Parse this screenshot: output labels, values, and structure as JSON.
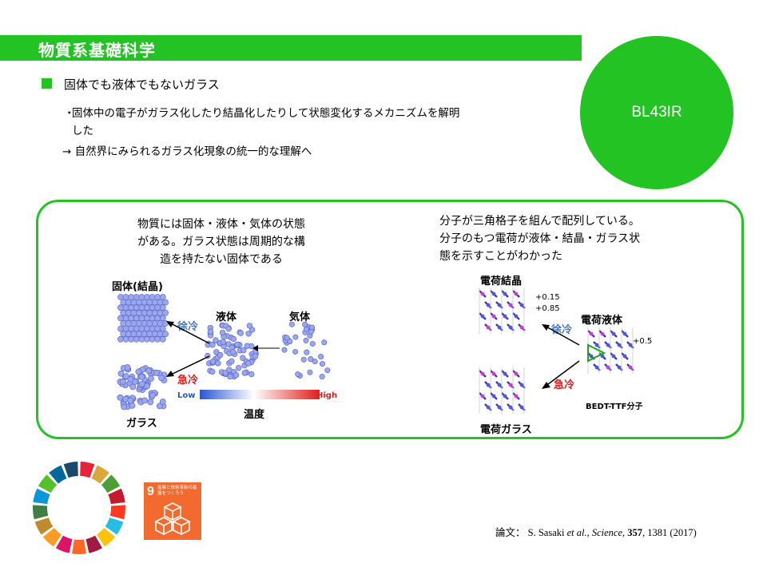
{
  "header": {
    "title": "物質系基礎科学"
  },
  "beamline": {
    "label": "BL43IR"
  },
  "heading": {
    "text": "固体でも液体でもないガラス"
  },
  "points": {
    "bullet": "・",
    "line1": "固体中の電子がガラス化したり結晶化したりして状態変化するメカニズムを解明",
    "line2": "した",
    "arrow_line": "→ 自然界にみられるガラス化現象の統一的な理解へ"
  },
  "left_figure": {
    "caption_lines": [
      "物質には固体・液体・気体の状態",
      "がある。ガラス状態は周期的な構",
      "造を持たない固体である"
    ],
    "solid_label": "固体(結晶)",
    "liquid_label": "液体",
    "gas_label": "気体",
    "glass_label": "ガラス",
    "slow_cool_label": "徐冷",
    "quench_label": "急冷",
    "low_label": "Low",
    "high_label": "High",
    "temperature_label": "温度"
  },
  "right_figure": {
    "caption_lines": [
      "分子が三角格子を組んで配列している。",
      "分子のもつ電荷が液体・結晶・ガラス状",
      "態を示すことがわかった"
    ],
    "crystal_label": "電荷結晶",
    "liquid_label": "電荷液体",
    "glass_label": "電荷ガラス",
    "slow_cool_label": "徐冷",
    "quench_label": "急冷",
    "charge_a": "+0.15",
    "charge_b": "+0.85",
    "charge_c": "+0.5",
    "molecule_label": "BEDT-TTF分子"
  },
  "sdg": {
    "goal_number": "9",
    "goal_text": "産業と技術革新の基盤をつくろう",
    "wheel_colors": [
      "#e5243b",
      "#dda63a",
      "#4c9f38",
      "#c5192d",
      "#ff3a21",
      "#26bde2",
      "#fcc30b",
      "#a21942",
      "#fd6925",
      "#dd1367",
      "#fd9d24",
      "#bf8b2e",
      "#3f7e44",
      "#0a97d9",
      "#56c02b",
      "#00689d",
      "#19486a"
    ],
    "icon_color": "#f26a2e"
  },
  "paper": {
    "prefix": "論文：",
    "authors": "S. Sasaki ",
    "etal": "et al.",
    "sep": ", ",
    "journal": "Science",
    "sep2": ", ",
    "volume": "357",
    "rest": ", 1381 (2017)"
  },
  "colors": {
    "accent": "#22c322",
    "slow_cool": "#4a7ab8",
    "quench": "#d42020"
  }
}
